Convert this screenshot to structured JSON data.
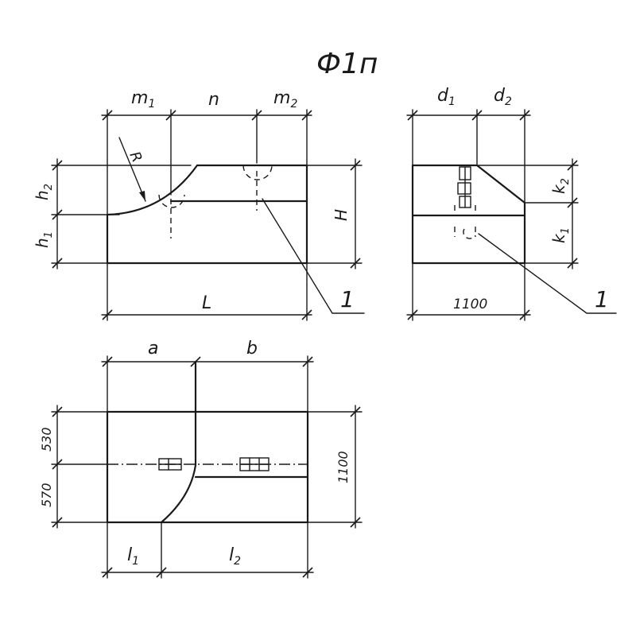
{
  "title": "Ф1п",
  "front_view": {
    "dim_m1": "m",
    "dim_m1_sub": "1",
    "dim_n": "n",
    "dim_m2": "m",
    "dim_m2_sub": "2",
    "radius": "R",
    "dim_h2": "h",
    "dim_h2_sub": "2",
    "dim_h1": "h",
    "dim_h1_sub": "1",
    "dim_H": "H",
    "dim_L": "L",
    "callout": "1"
  },
  "side_view": {
    "dim_d1": "d",
    "dim_d1_sub": "1",
    "dim_d2": "d",
    "dim_d2_sub": "2",
    "dim_k2": "k",
    "dim_k2_sub": "2",
    "dim_k1": "k",
    "dim_k1_sub": "1",
    "dim_width": "1100",
    "callout": "1"
  },
  "plan_view": {
    "dim_a": "a",
    "dim_b": "b",
    "dim_530": "530",
    "dim_570": "570",
    "dim_1100": "1100",
    "dim_l1": "l",
    "dim_l1_sub": "1",
    "dim_l2": "l",
    "dim_l2_sub": "2"
  }
}
